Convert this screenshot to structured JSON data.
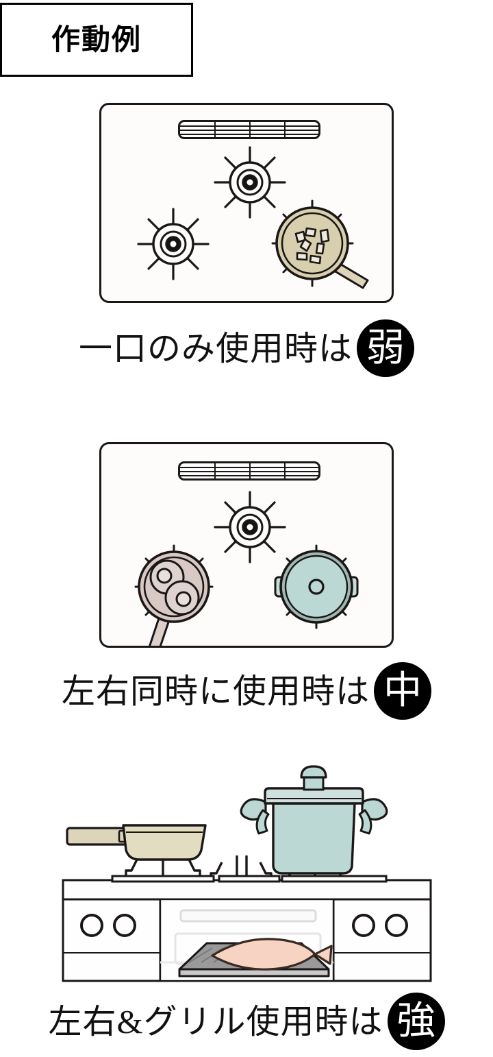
{
  "header": {
    "title": "作動例"
  },
  "examples": [
    {
      "id": "single-burner",
      "caption": "一口のみ使用時は",
      "badge": "弱",
      "view": "top",
      "cookware": [
        "frying-pan-stirfry"
      ],
      "burners_lit": 1
    },
    {
      "id": "both-burners",
      "caption": "左右同時に使用時は",
      "badge": "中",
      "view": "top",
      "cookware": [
        "frying-pan-eggs",
        "pot-with-lid"
      ],
      "burners_lit": 2
    },
    {
      "id": "both-burners-and-grill",
      "caption": "左右&グリル使用時は",
      "badge": "強",
      "view": "front",
      "cookware": [
        "frying-pan",
        "pot-with-lid",
        "grill-fish"
      ],
      "burners_lit": 3
    }
  ],
  "colors": {
    "outline": "#1a1716",
    "panel_fill": "#fdfcfa",
    "badge_bg": "#000000",
    "badge_text": "#ffffff",
    "pan_beige": "#d8cfae",
    "pan_pink": "#d9c9c4",
    "pot_teal": "#bcd8d4",
    "fish_pink": "#f6d3c2",
    "grill_gray": "#8c8c8c",
    "body_white": "#fefefe"
  },
  "icons": {
    "vent": "grill-vent-icon",
    "burner": "gas-burner-icon",
    "knob": "control-knob-icon"
  }
}
